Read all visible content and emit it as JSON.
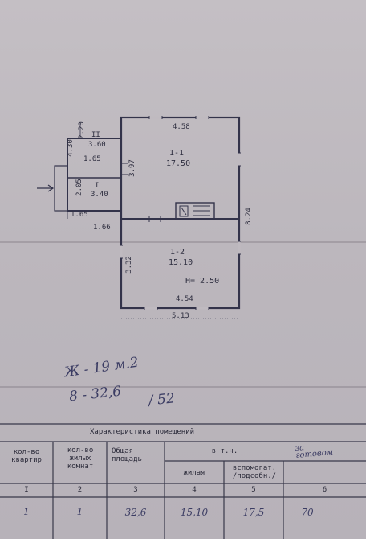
{
  "plan": {
    "dims": {
      "d430": "4.30",
      "d220": "2.20",
      "d458": "4.58",
      "d165a": "1.65",
      "d397": "3.97",
      "d205": "2.05",
      "d165b": "1.65",
      "d166": "1.66",
      "d824": "8.24",
      "d332": "3.32",
      "d454": "4.54",
      "d513": "5.13"
    },
    "rooms": {
      "r11_label": "1-1",
      "r11_area": "17.50",
      "r12_label": "1-2",
      "r12_area": "15.10",
      "rII_label": "II",
      "rII_area": "3.60",
      "rI_label": "I",
      "rI_area": "3.40"
    },
    "height_note": "H= 2.50"
  },
  "handwriting": {
    "line1": "Ж - 19 м.2",
    "line2": "8 - 32,6",
    "line2_frac": "/ 52"
  },
  "table": {
    "title": "Характеристика помещений",
    "headers": {
      "c1": "кол-во\nквартир",
      "c2": "кол-во\nжилых\nкомнат",
      "c3": "Общая\nплощадь",
      "group": "в т.ч.",
      "c4": "жилая",
      "c5": "вспомогат.\n/подсобн./",
      "c6_note": "за\nготовом"
    },
    "col_numbers": [
      "I",
      "2",
      "3",
      "4",
      "5",
      "6"
    ],
    "values": [
      "1",
      "1",
      "32,6",
      "15,10",
      "17,5",
      "70"
    ]
  }
}
